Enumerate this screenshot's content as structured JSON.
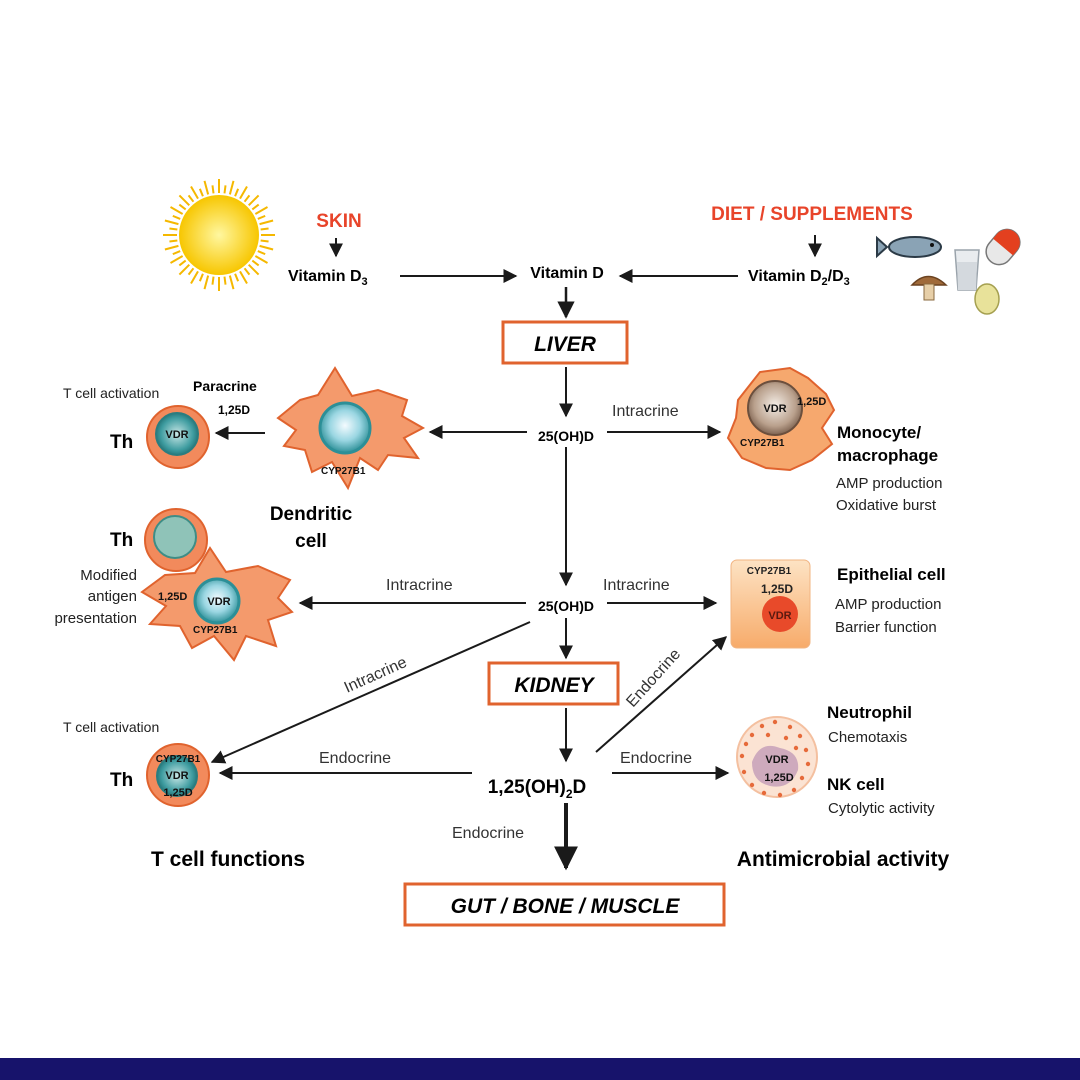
{
  "colors": {
    "accent_red": "#e8442a",
    "box_border": "#e0632e",
    "cell_orange": "#f49a6c",
    "cell_outline": "#e0632e",
    "nucleus_teal": "#3e9ca0",
    "arrow": "#1a1a1a",
    "bottom_bar": "#17136b"
  },
  "sources": {
    "skin": "SKIN",
    "diet": "DIET / SUPPLEMENTS"
  },
  "compounds": {
    "vitd3_main": "Vitamin D",
    "vitd3_sub": "3",
    "vitd": "Vitamin D",
    "vitd2d3_main": "Vitamin D",
    "vitd2d3_sub1": "2",
    "vitd2d3_mid": "/D",
    "vitd2d3_sub2": "3",
    "ohd_1": "25(OH)D",
    "ohd_2": "25(OH)D",
    "calcitriol_main": "1,25(OH)",
    "calcitriol_sub": "2",
    "calcitriol_end": "D"
  },
  "organs": {
    "liver": "LIVER",
    "kidney": "KIDNEY",
    "targets": "GUT / BONE / MUSCLE"
  },
  "signals": {
    "paracrine": "Paracrine",
    "p125d": "1,25D",
    "intracrine_monocyte": "Intracrine",
    "intracrine_dc": "Intracrine",
    "intracrine_epi": "Intracrine",
    "intracrine_tcell": "Intracrine",
    "endocrine_epi": "Endocrine",
    "endocrine_tcell": "Endocrine",
    "endocrine_neutro": "Endocrine",
    "endocrine_gut": "Endocrine"
  },
  "cells": {
    "th": "Th",
    "vdr": "VDR",
    "cyp": "CYP27B1",
    "d125": "1,25D",
    "dendritic_line1": "Dendritic",
    "dendritic_line2": "cell",
    "monocyte_line1": "Monocyte/",
    "monocyte_line2": "macrophage",
    "epithelial": "Epithelial cell",
    "neutrophil": "Neutrophil",
    "nk": "NK cell"
  },
  "functions": {
    "tcell_activation": "T cell activation",
    "modified_1": "Modified",
    "modified_2": "antigen",
    "modified_3": "presentation",
    "amp_monocyte": "AMP production",
    "oxidative": "Oxidative  burst",
    "amp_epi": "AMP production",
    "barrier": "Barrier function",
    "chemotaxis": "Chemotaxis",
    "cytolytic": "Cytolytic  activity"
  },
  "section_titles": {
    "tcell": "T cell functions",
    "antimicrobial": "Antimicrobial activity"
  },
  "icons": [
    "sun-icon",
    "fish-icon",
    "pill-icon",
    "milk-glass-icon",
    "mushroom-icon",
    "egg-icon"
  ]
}
